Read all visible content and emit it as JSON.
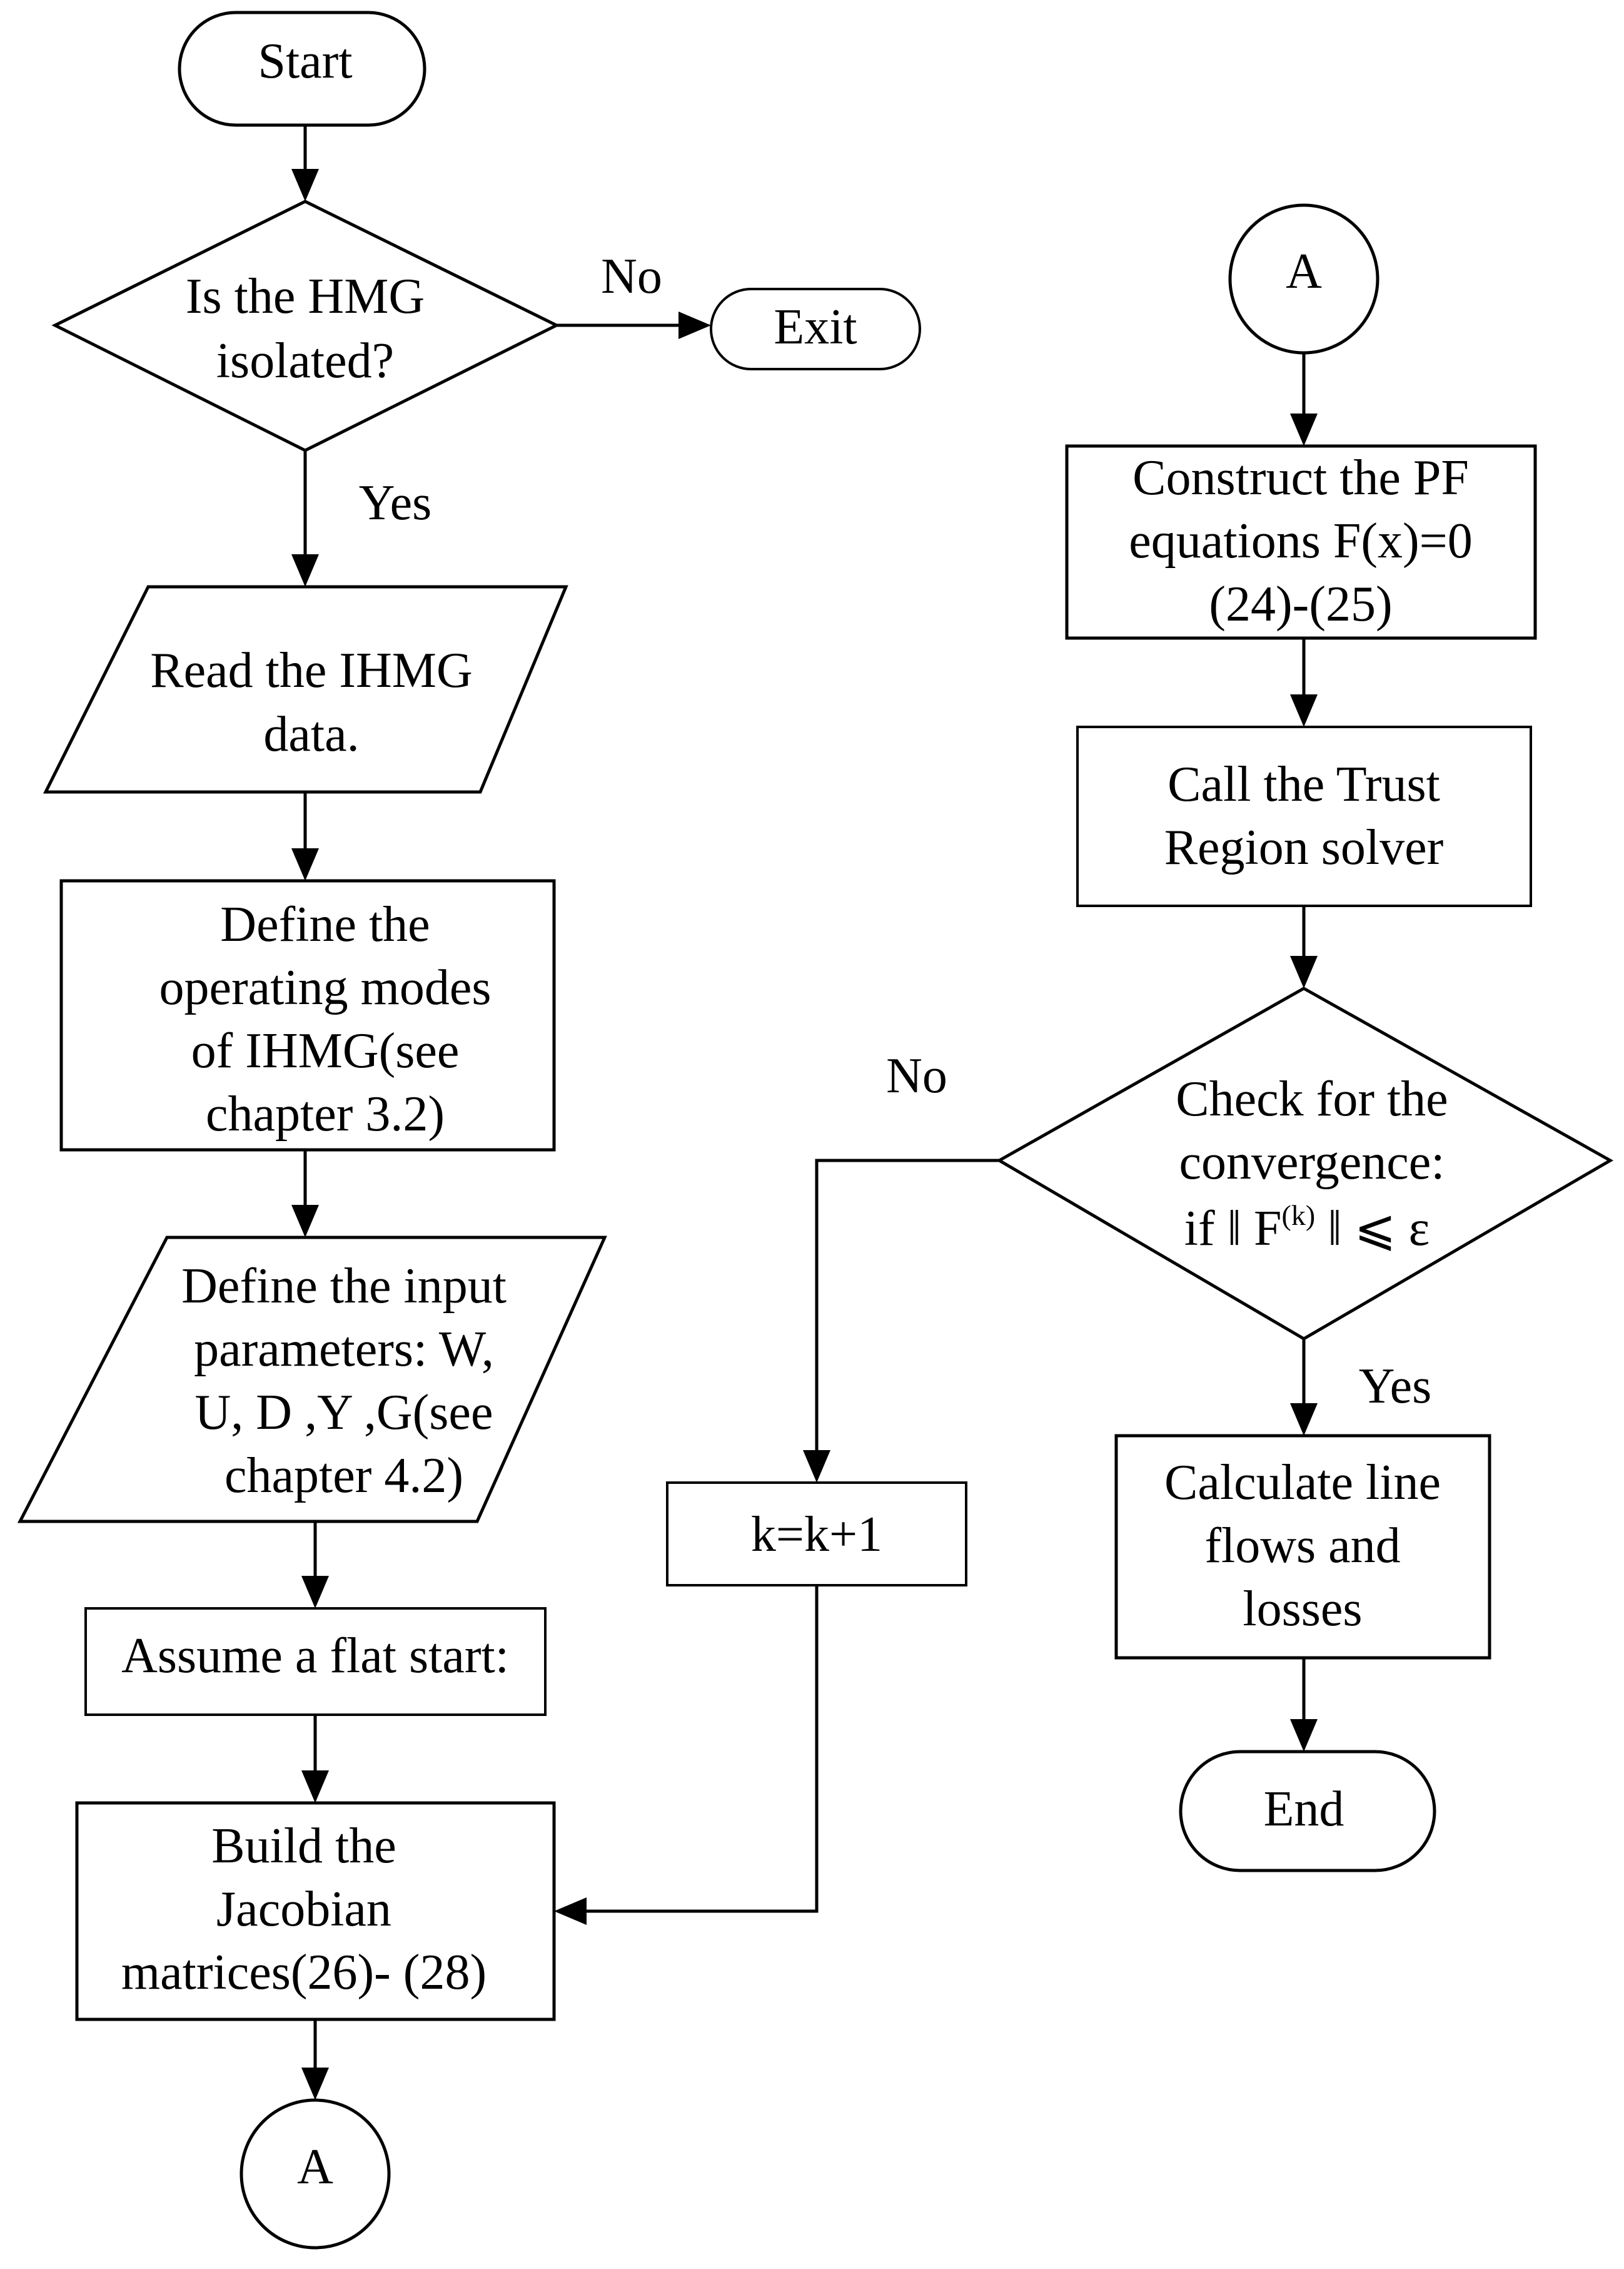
{
  "nodes": {
    "start": {
      "lines": [
        "Start"
      ]
    },
    "isolated": {
      "lines": [
        "Is the HMG",
        "isolated?"
      ]
    },
    "exit": {
      "lines": [
        "Exit"
      ]
    },
    "read": {
      "lines": [
        "Read the IHMG",
        "data."
      ]
    },
    "modes": {
      "lines": [
        "Define the",
        "operating modes",
        "of IHMG(see",
        "chapter 3.2)"
      ]
    },
    "params": {
      "lines": [
        "Define the input",
        "parameters: W,",
        "U, D ,Y ,G(see",
        "chapter 4.2)"
      ]
    },
    "flat": {
      "lines": [
        "Assume a flat start:"
      ]
    },
    "jacobian": {
      "lines": [
        "Build the",
        "Jacobian",
        "matrices(26)- (28)"
      ]
    },
    "conn_a_bottom": {
      "lines": [
        "A"
      ]
    },
    "conn_a_top": {
      "lines": [
        "A"
      ]
    },
    "construct": {
      "lines": [
        "Construct the PF",
        "equations F(x)=0",
        "(24)-(25)"
      ]
    },
    "trust": {
      "lines": [
        "Call the Trust",
        "Region solver"
      ]
    },
    "check": {
      "lines": [
        "Check for the",
        "convergence:"
      ],
      "condition": {
        "prefix": "if  ‖ F",
        "sup": "(k)",
        "suffix": " ‖ ⩽ ε"
      }
    },
    "increment": {
      "lines": [
        "k=k+1"
      ]
    },
    "calc": {
      "lines": [
        "Calculate line",
        "flows and",
        "losses"
      ]
    },
    "end": {
      "lines": [
        "End"
      ]
    }
  },
  "edge_labels": {
    "isolated_no": "No",
    "isolated_yes": "Yes",
    "check_no": "No",
    "check_yes": "Yes"
  }
}
